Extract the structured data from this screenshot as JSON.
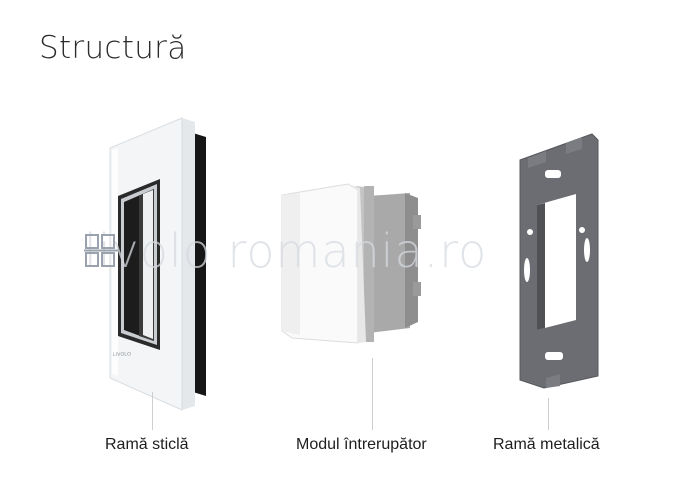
{
  "title": "Structură",
  "watermark": "livolo romania.ro",
  "components": [
    {
      "label": "Ramă sticlă",
      "icon": "glass-frame-icon"
    },
    {
      "label": "Modul întrerupător",
      "icon": "switch-module-icon"
    },
    {
      "label": "Ramă metalică",
      "icon": "metal-frame-icon"
    }
  ],
  "frame_brand_mark": "LIVOLO",
  "colors": {
    "glass": "#f4f6f7",
    "frame_edge": "#1b1b1b",
    "module_grey": "#b9b9b9",
    "metal": "#6e7074"
  }
}
